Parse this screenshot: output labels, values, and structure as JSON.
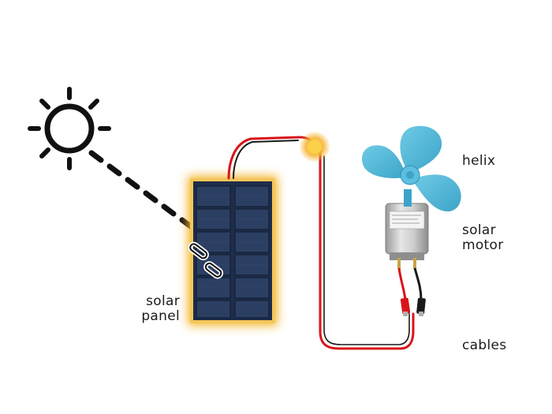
{
  "labels": {
    "solar_panel_line1": "solar",
    "solar_panel_line2": "panel",
    "helix": "helix",
    "solar_motor_line1": "solar",
    "solar_motor_line2": "motor",
    "cables": "cables"
  },
  "icons": {
    "sun": "sun-icon",
    "solar_panel": "solar-panel-icon",
    "fan": "fan-blade-icon",
    "motor": "dc-motor-icon"
  },
  "colors": {
    "wire_red": "#d8141a",
    "wire_black": "#1a1a1a",
    "panel_glow": "#f3b62a",
    "panel_cell": "#1e2d4a",
    "fan_blue": "#4ab3d6",
    "sun_outline": "#111111"
  }
}
